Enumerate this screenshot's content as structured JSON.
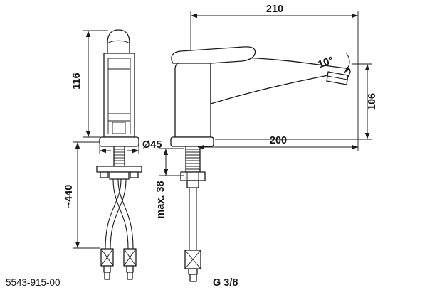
{
  "drawing": {
    "title": "faucet-dimension-drawing",
    "part_number": "5543-915-00",
    "dims": {
      "overall_length": "210",
      "body_height": "116",
      "base_diameter": "Ø45",
      "hose_length": "~440",
      "mount_thickness": "max. 38",
      "spout_reach": "200",
      "spout_height": "106",
      "spout_angle": "10°",
      "thread_size": "G 3/8"
    },
    "colors": {
      "line": "#1b1b1b",
      "background": "#ffffff"
    }
  }
}
